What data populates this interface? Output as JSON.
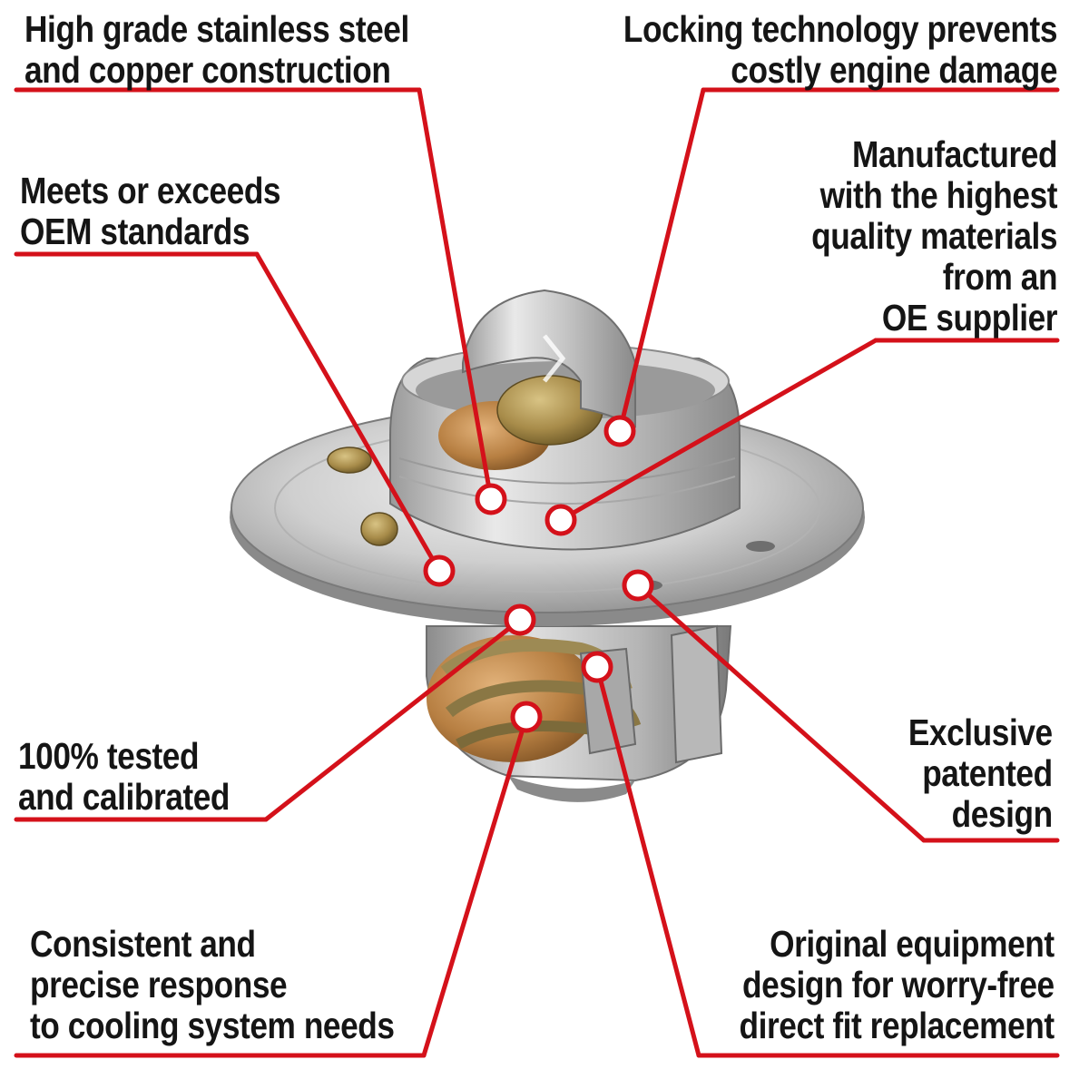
{
  "colors": {
    "leader_line": "#d4111a",
    "marker_fill": "#ffffff",
    "text": "#151515",
    "steel_light": "#e6e6e6",
    "steel_mid": "#b9b9b9",
    "steel_dark": "#7c7c7c",
    "copper": "#c08a4c",
    "brass": "#a88c4a"
  },
  "callouts": [
    {
      "id": "stainless-steel-copper",
      "lines": [
        "High grade stainless steel",
        "and copper construction"
      ]
    },
    {
      "id": "locking-technology",
      "lines": [
        "Locking technology prevents",
        "costly engine damage"
      ]
    },
    {
      "id": "oem-standards",
      "lines": [
        "Meets or exceeds",
        "OEM standards"
      ]
    },
    {
      "id": "oe-supplier-materials",
      "lines": [
        "Manufactured",
        "with the highest",
        "quality materials",
        "from an",
        "OE supplier"
      ]
    },
    {
      "id": "tested-calibrated",
      "lines": [
        "100% tested",
        "and calibrated"
      ]
    },
    {
      "id": "patented-design",
      "lines": [
        "Exclusive",
        "patented",
        "design"
      ]
    },
    {
      "id": "precise-response",
      "lines": [
        "Consistent and",
        "precise response",
        "to cooling system needs"
      ]
    },
    {
      "id": "direct-fit",
      "lines": [
        "Original equipment",
        "design for worry-free",
        "direct fit replacement"
      ]
    }
  ]
}
